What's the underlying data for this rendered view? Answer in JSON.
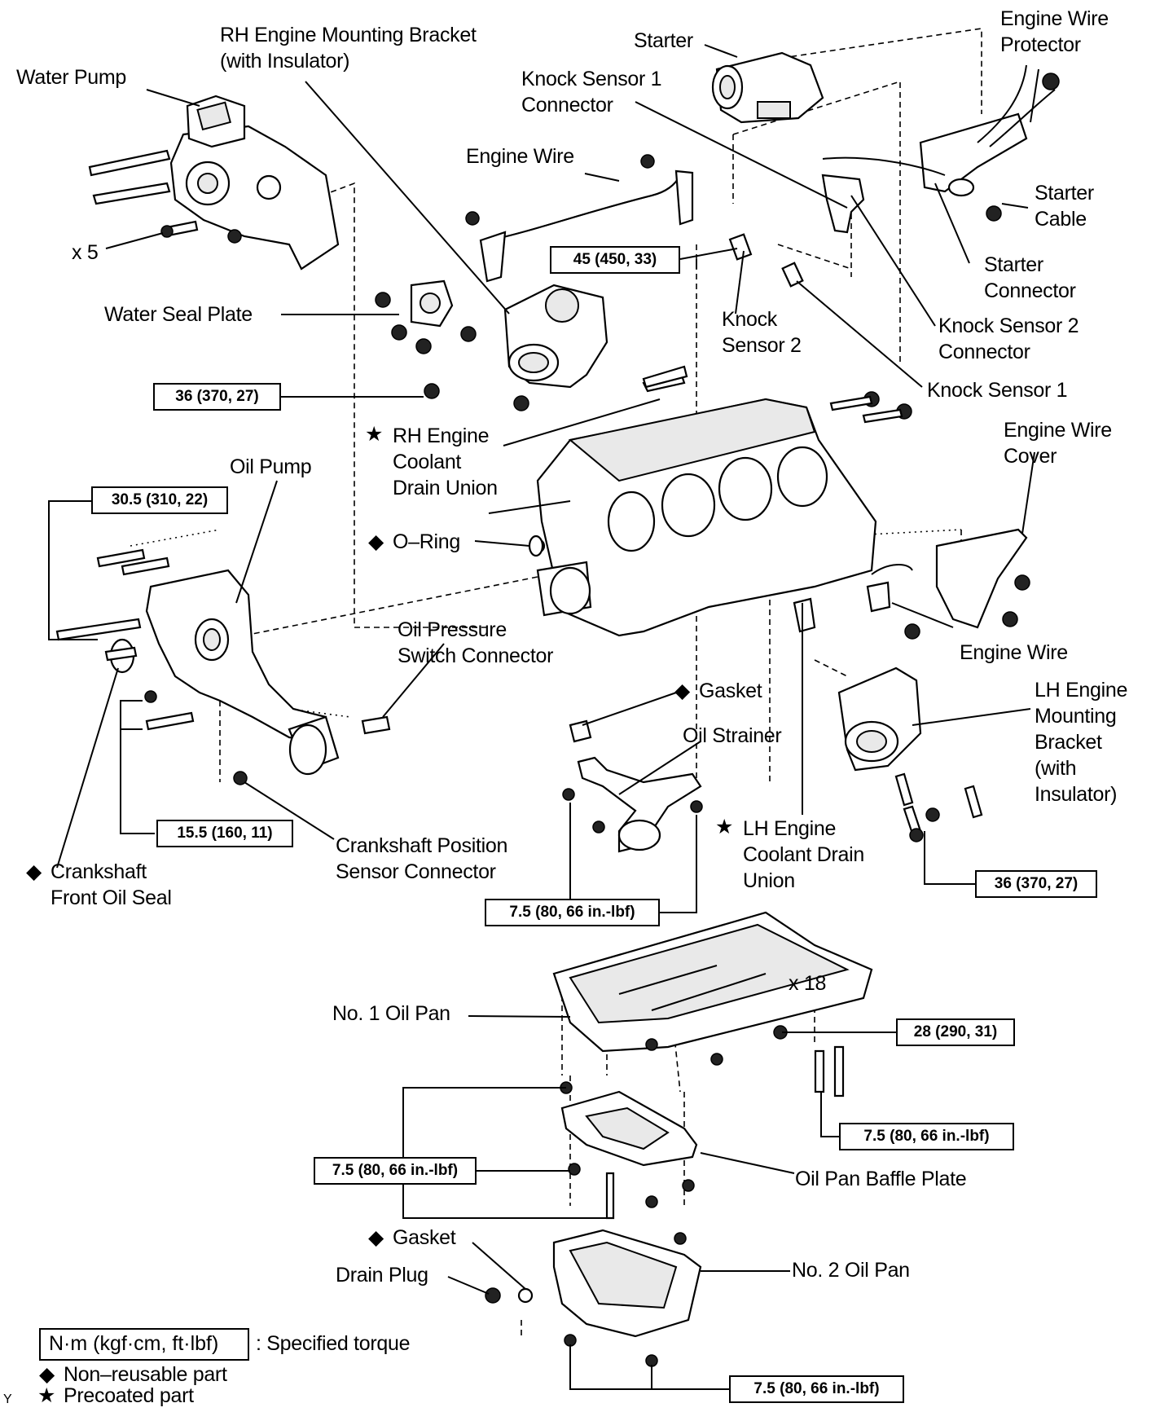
{
  "labels": {
    "water_pump": "Water Pump",
    "rh_bracket_l1": "RH Engine Mounting Bracket",
    "rh_bracket_l2": "(with Insulator)",
    "starter": "Starter",
    "wire_protector_l1": "Engine Wire",
    "wire_protector_l2": "Protector",
    "ks1_connector_l1": "Knock Sensor 1",
    "ks1_connector_l2": "Connector",
    "engine_wire_top": "Engine Wire",
    "starter_cable_l1": "Starter",
    "starter_cable_l2": "Cable",
    "x5": "x 5",
    "starter_connector_l1": "Starter",
    "starter_connector_l2": "Connector",
    "knock_sensor2_l1": "Knock",
    "knock_sensor2_l2": "Sensor 2",
    "ks2_connector_l1": "Knock Sensor 2",
    "ks2_connector_l2": "Connector",
    "water_seal_plate": "Water Seal Plate",
    "knock_sensor1": "Knock Sensor 1",
    "rh_coolant_l1": "RH Engine",
    "rh_coolant_l2": "Coolant",
    "rh_coolant_l3": "Drain Union",
    "wire_cover_l1": "Engine Wire",
    "wire_cover_l2": "Cover",
    "oil_pump": "Oil Pump",
    "o_ring": "O–Ring",
    "oil_pressure_l1": "Oil Pressure",
    "oil_pressure_l2": "Switch Connector",
    "engine_wire_right": "Engine Wire",
    "gasket_top": "Gasket",
    "lh_bracket_l1": "LH Engine",
    "lh_bracket_l2": "Mounting",
    "lh_bracket_l3": "Bracket",
    "lh_bracket_l4": "(with",
    "lh_bracket_l5": "Insulator)",
    "oil_strainer": "Oil Strainer",
    "lh_coolant_l1": "LH Engine",
    "lh_coolant_l2": "Coolant Drain",
    "lh_coolant_l3": "Union",
    "crank_pos_l1": "Crankshaft Position",
    "crank_pos_l2": "Sensor Connector",
    "crank_seal_l1": "Crankshaft",
    "crank_seal_l2": "Front Oil Seal",
    "no1_oil_pan": "No. 1 Oil Pan",
    "x18": "x 18",
    "baffle_plate": "Oil Pan Baffle Plate",
    "gasket_bottom": "Gasket",
    "drain_plug": "Drain Plug",
    "no2_oil_pan": "No. 2 Oil Pan"
  },
  "torques": {
    "t45": "45 (450, 33)",
    "t36a": "36 (370, 27)",
    "t305": "30.5 (310, 22)",
    "t155": "15.5 (160, 11)",
    "t75_strainer": "7.5 (80, 66 in.-lbf)",
    "t36b": "36 (370, 27)",
    "t28": "28 (290, 31)",
    "t75_pan": "7.5 (80, 66 in.-lbf)",
    "t75_baffle": "7.5 (80, 66 in.-lbf)",
    "t75_no2": "7.5 (80, 66 in.-lbf)"
  },
  "legend": {
    "torque_box": "N·m (kgf·cm, ft·lbf)",
    "torque_desc": ": Specified torque",
    "non_reusable": "Non–reusable part",
    "precoated": "Precoated part",
    "diamond_symbol": "◆",
    "star_symbol": "★"
  },
  "corner_mark": "Y"
}
